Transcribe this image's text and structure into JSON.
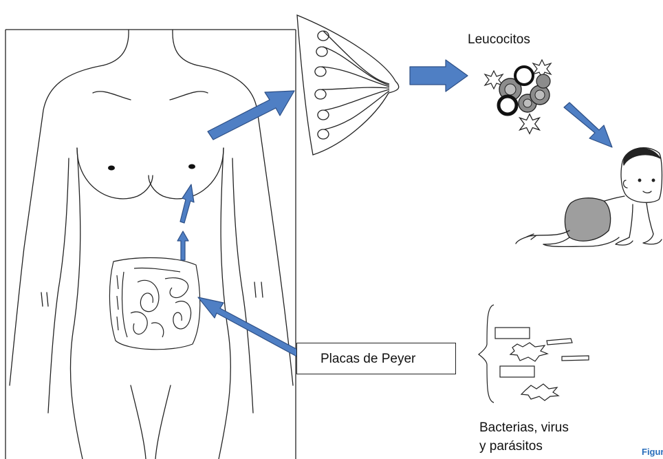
{
  "labels": {
    "leucocitos": "Leucocitos",
    "placas_de_peyer": "Placas de Peyer",
    "bacterias_line1": "Bacterias, virus",
    "bacterias_line2": "y parásitos",
    "figure_caption_partial": "Figur"
  },
  "colors": {
    "arrow_fill": "#4f7fc4",
    "arrow_stroke": "#2d4f86",
    "outline": "#222222",
    "caption": "#2a6ebb",
    "cell_fill": "#8c8c8c",
    "cell_dark": "#1a1a1a"
  },
  "icons": [
    "female-body-outline",
    "breast-cross-section",
    "leukocyte-cluster",
    "crawling-baby",
    "intestine",
    "microbes-group"
  ]
}
